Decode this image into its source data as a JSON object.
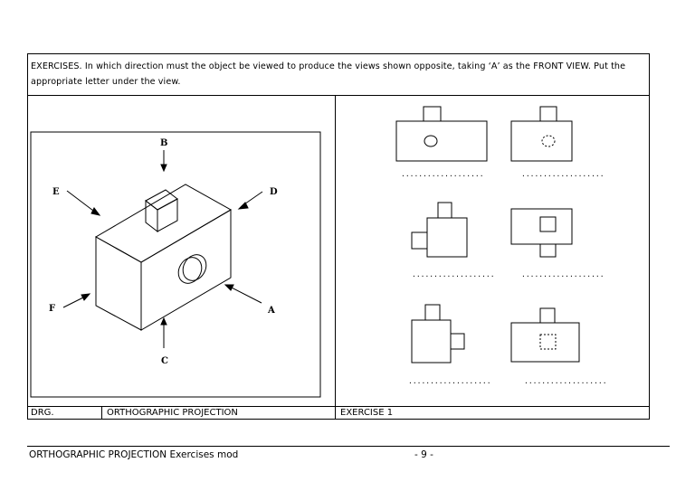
{
  "instructions": "EXERCISES. In which direction must the object be viewed to produce the views shown opposite, taking ‘A’ as the FRONT VIEW.  Put the appropriate letter under the view.",
  "direction_labels": [
    "A",
    "B",
    "C",
    "D",
    "E",
    "F"
  ],
  "answer_blank": "...................",
  "title_block": {
    "drg_label": "DRG.",
    "title": "ORTHOGRAPHIC PROJECTION",
    "exercise": "EXERCISE 1"
  },
  "footer": {
    "left": "ORTHOGRAPHIC PROJECTION Exercises mod",
    "page": "- 9 -"
  }
}
